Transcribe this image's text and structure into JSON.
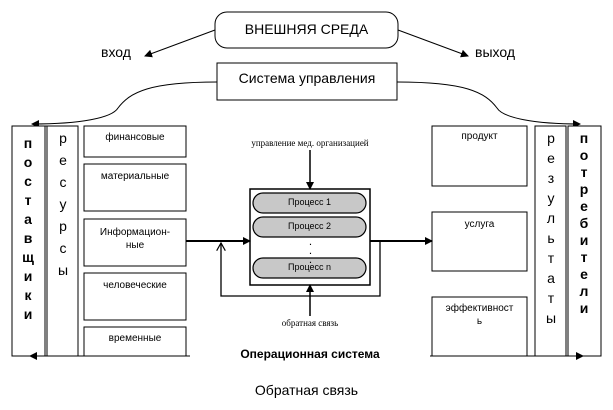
{
  "colors": {
    "line": "#000000",
    "process_fill": "#c8c8c8",
    "background": "#ffffff"
  },
  "top": {
    "external_env": "ВНЕШНЯЯ СРЕДА",
    "input": "вход",
    "output": "выход",
    "control_system": "Система управления"
  },
  "left": {
    "suppliers": "поставщики",
    "resources": "ресурсы",
    "resource_types": [
      "финансовые",
      "материальные",
      "Информацион-\nные",
      "человеческие",
      "временные"
    ]
  },
  "center": {
    "management_label": "управление мед. организацией",
    "processes": [
      "Процесс 1",
      "Процесс 2",
      "Процесс n"
    ],
    "dots": "...",
    "feedback_label": "обратная связь",
    "operational_system": "Операционная система"
  },
  "right": {
    "results": "результаты",
    "consumers": "потребители",
    "outputs": [
      "продукт",
      "услуга",
      "эффективност\nь"
    ]
  },
  "bottom": {
    "feedback": "Обратная связь"
  }
}
